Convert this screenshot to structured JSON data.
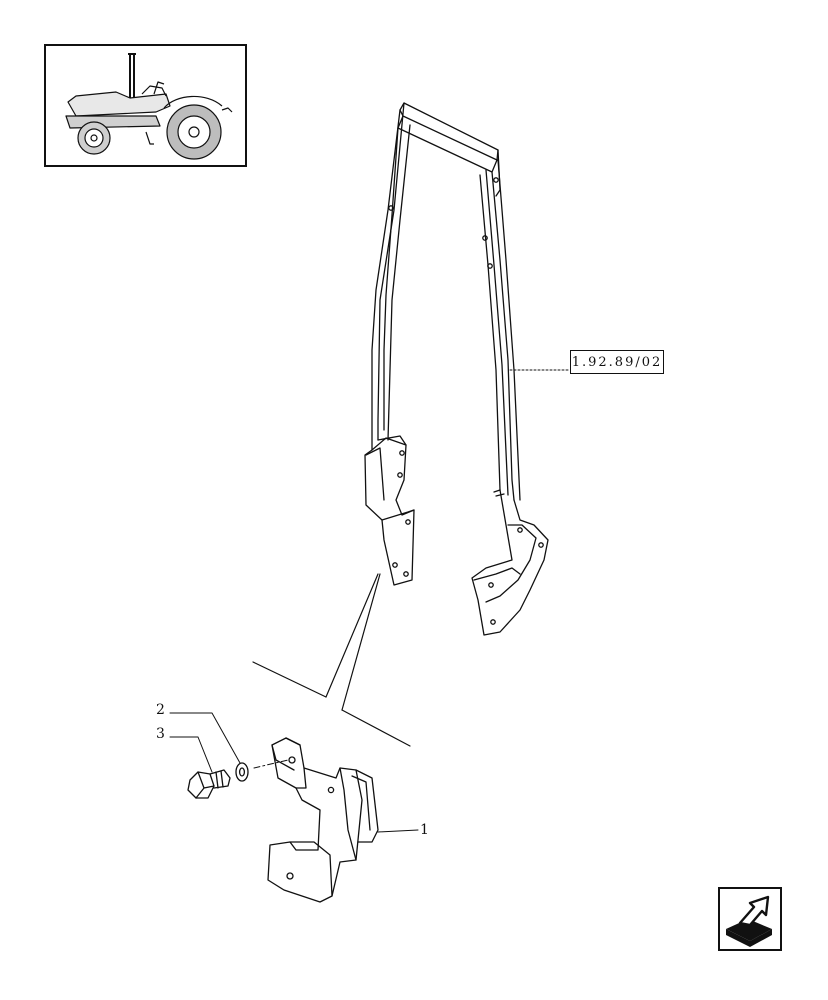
{
  "reference": {
    "label": "1.92.89/02"
  },
  "callouts": [
    {
      "id": "1",
      "label": "1"
    },
    {
      "id": "2",
      "label": "2"
    },
    {
      "id": "3",
      "label": "3"
    }
  ],
  "icons": {
    "thumbnail": "tractor-icon",
    "navigation": "next-page-arrow-icon"
  }
}
